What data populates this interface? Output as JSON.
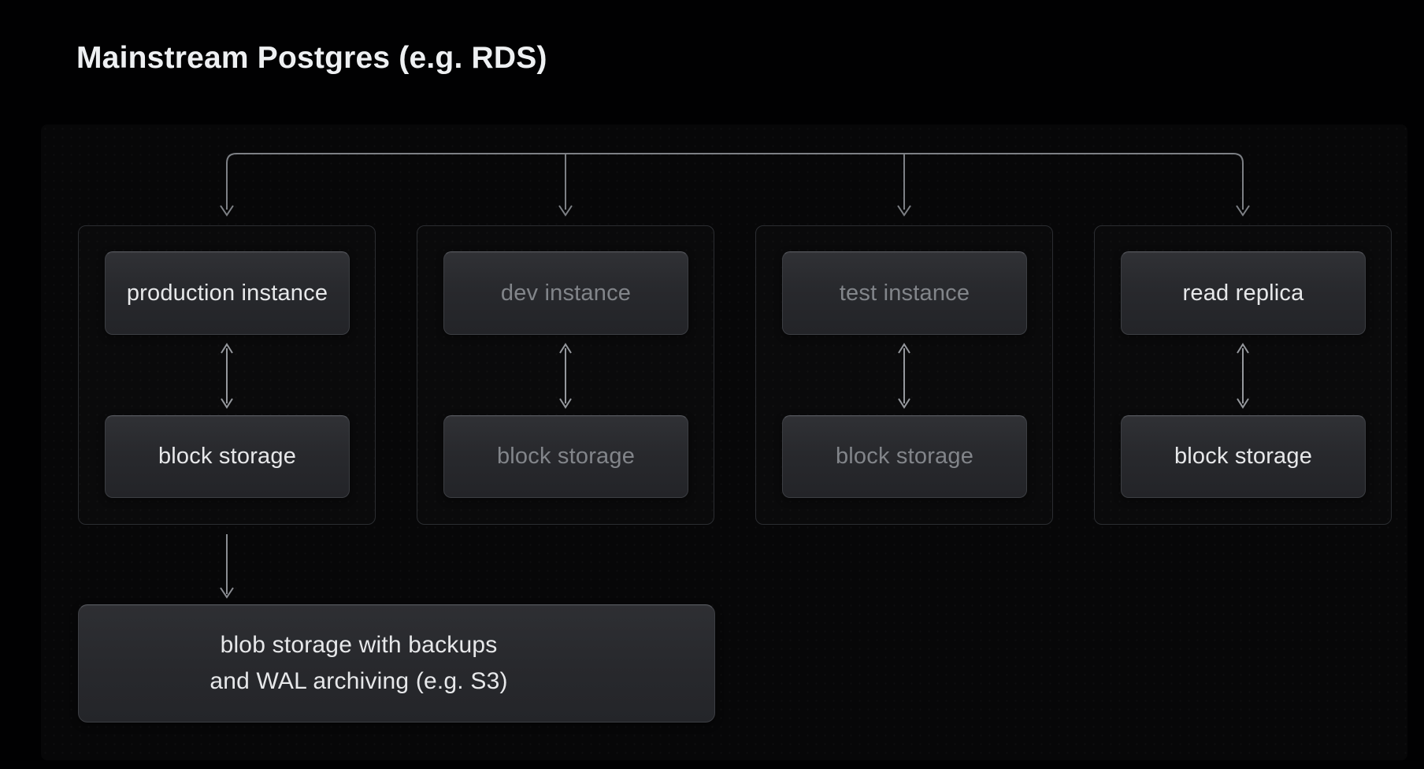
{
  "title": "Mainstream Postgres (e.g. RDS)",
  "colors": {
    "background": "#010102",
    "panel": "#070708",
    "node_fill_top": "#303135",
    "node_fill_bottom": "#232428",
    "node_border": "#3c3e43",
    "group_border": "#2b2d31",
    "text_bright": "#e7e8ea",
    "text_muted": "#82858a",
    "connector_line": "#7d8085",
    "sync_arrow": "#95989d"
  },
  "groups": [
    {
      "id": "production",
      "instance_label": "production instance",
      "storage_label": "block storage",
      "muted": false
    },
    {
      "id": "dev",
      "instance_label": "dev instance",
      "storage_label": "block storage",
      "muted": true
    },
    {
      "id": "test",
      "instance_label": "test instance",
      "storage_label": "block storage",
      "muted": true
    },
    {
      "id": "replica",
      "instance_label": "read replica",
      "storage_label": "block storage",
      "muted": false
    }
  ],
  "blob": {
    "line1": "blob storage with backups",
    "line2": "and WAL archiving (e.g. S3)"
  }
}
